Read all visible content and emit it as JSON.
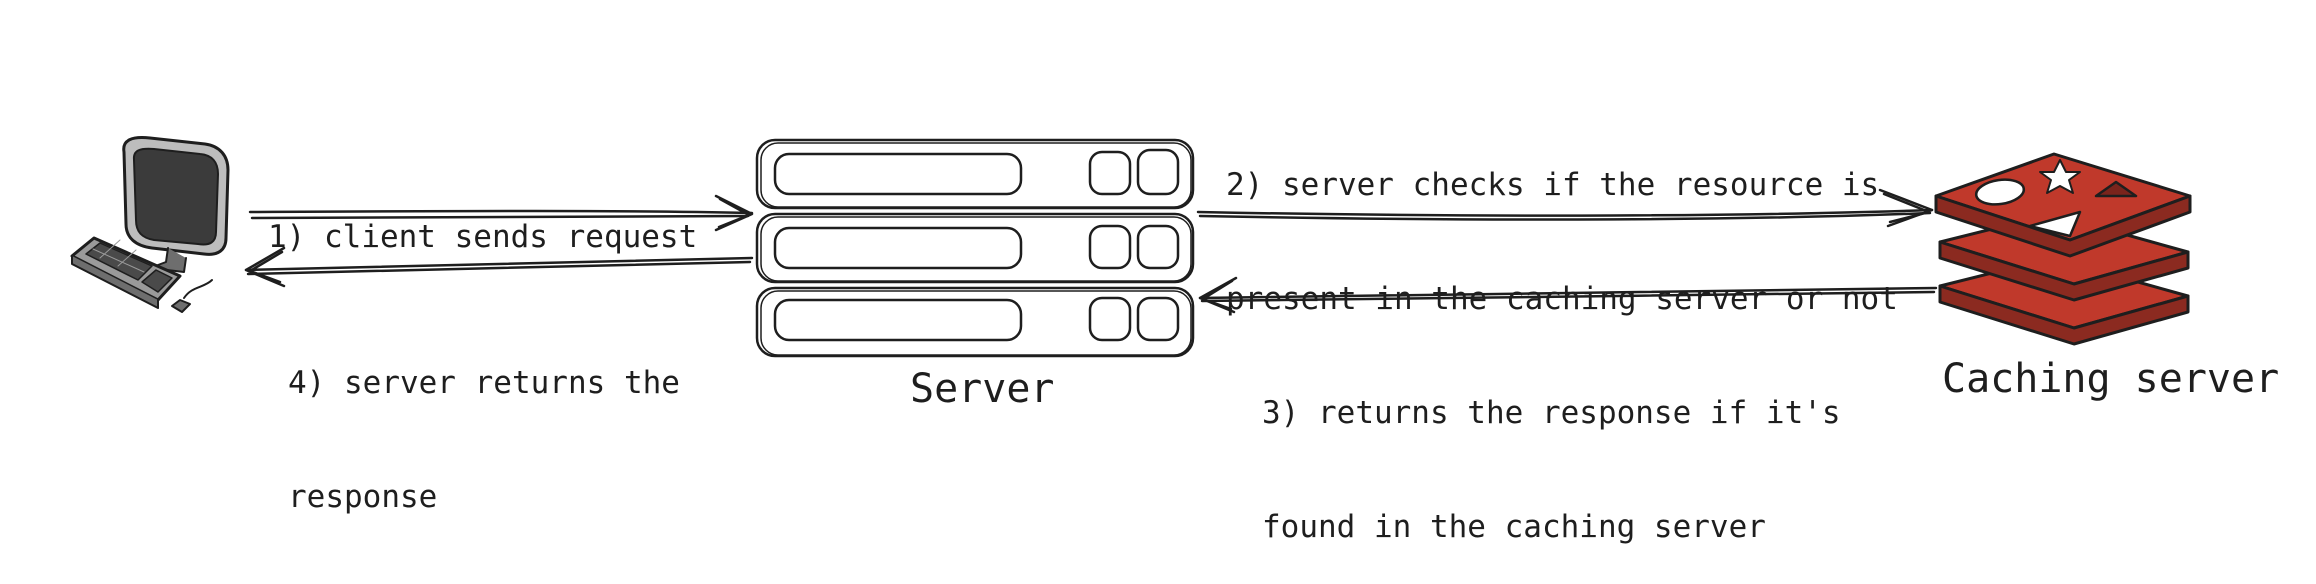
{
  "colors": {
    "ink": "#1e1e1e",
    "cache_red": "#c0392b",
    "cache_dark": "#8b2a20",
    "cache_shadow": "#7a241c",
    "monitor_gray": "#3b3b3b",
    "device_gray": "#9a9a9a"
  },
  "icons": {
    "client": "desktop-computer-icon",
    "server": "server-rack-icon",
    "cache": "redis-stack-icon"
  },
  "nodes": {
    "server": {
      "label": "Server"
    },
    "cache": {
      "label": "Caching server"
    }
  },
  "steps": {
    "step1": {
      "line1": "1) client sends request"
    },
    "step2": {
      "line1": "2) server checks if the resource is",
      "line2": "present in the caching server or not"
    },
    "step3": {
      "line1": "3) returns the response if it's",
      "line2": "found in the caching server"
    },
    "step4": {
      "line1": "4) server returns the",
      "line2": "response"
    }
  }
}
